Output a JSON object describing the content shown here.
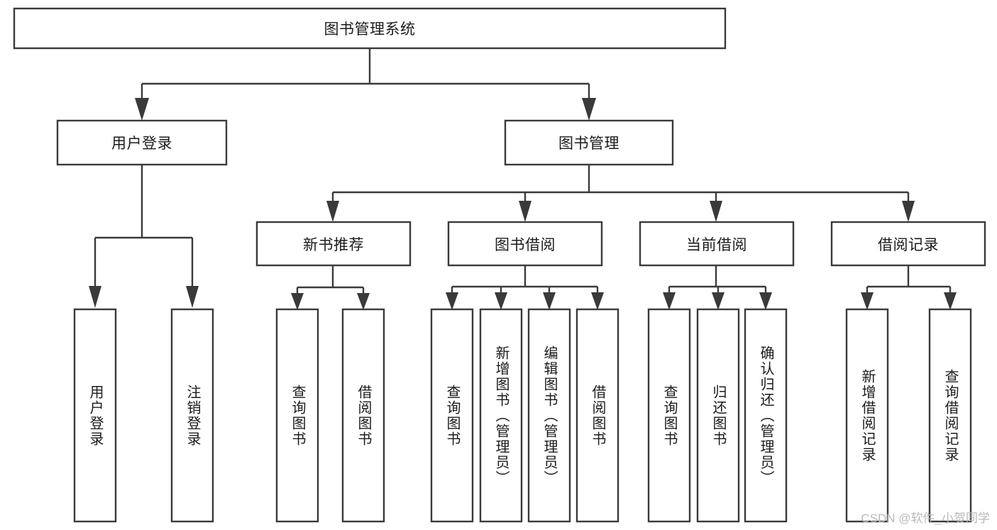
{
  "diagram": {
    "type": "tree-hierarchy",
    "title": "图书管理系统",
    "orientation": "top-down",
    "colors": {
      "box_stroke": "#3a3a3a",
      "box_fill": "#ffffff",
      "connector": "#3a3a3a",
      "text": "#1b1b1b",
      "watermark": "#b9b9b9",
      "background": "#ffffff"
    },
    "levels": {
      "level1": [
        "图书管理系统"
      ],
      "level2": [
        "用户登录",
        "图书管理"
      ],
      "level3": [
        "新书推荐",
        "图书借阅",
        "当前借阅",
        "借阅记录"
      ],
      "level4": [
        "用户登录",
        "注销登录",
        "查询图书",
        "借阅图书",
        "查询图书",
        "新增图书（管理员）",
        "编辑图书（管理员）",
        "借阅图书",
        "查询图书",
        "归还图书",
        "确认归还（管理员）",
        "新增借阅记录",
        "查询借阅记录"
      ]
    },
    "nodes": {
      "root": {
        "label": "图书管理系统"
      },
      "user_login": {
        "label": "用户登录"
      },
      "book_manage": {
        "label": "图书管理"
      },
      "new_book_rec": {
        "label": "新书推荐"
      },
      "book_borrow": {
        "label": "图书借阅"
      },
      "current_borrow": {
        "label": "当前借阅"
      },
      "borrow_record": {
        "label": "借阅记录"
      },
      "leaf_user_login": {
        "label": "用户登录"
      },
      "leaf_logout": {
        "label": "注销登录"
      },
      "leaf_query_book_a": {
        "label": "查询图书"
      },
      "leaf_borrow_book_a": {
        "label": "借阅图书"
      },
      "leaf_query_book_b": {
        "label": "查询图书"
      },
      "leaf_add_book": {
        "label": "新增图书（管理员）"
      },
      "leaf_edit_book": {
        "label": "编辑图书（管理员）"
      },
      "leaf_borrow_book_b": {
        "label": "借阅图书"
      },
      "leaf_query_book_c": {
        "label": "查询图书"
      },
      "leaf_return_book": {
        "label": "归还图书"
      },
      "leaf_confirm_return": {
        "label": "确认归还（管理员）"
      },
      "leaf_add_record": {
        "label": "新增借阅记录"
      },
      "leaf_query_record": {
        "label": "查询借阅记录"
      }
    },
    "edges": [
      {
        "from": "root",
        "to": "user_login"
      },
      {
        "from": "root",
        "to": "book_manage"
      },
      {
        "from": "user_login",
        "to": "leaf_user_login"
      },
      {
        "from": "user_login",
        "to": "leaf_logout"
      },
      {
        "from": "book_manage",
        "to": "new_book_rec"
      },
      {
        "from": "book_manage",
        "to": "book_borrow"
      },
      {
        "from": "book_manage",
        "to": "current_borrow"
      },
      {
        "from": "book_manage",
        "to": "borrow_record"
      },
      {
        "from": "new_book_rec",
        "to": "leaf_query_book_a"
      },
      {
        "from": "new_book_rec",
        "to": "leaf_borrow_book_a"
      },
      {
        "from": "book_borrow",
        "to": "leaf_query_book_b"
      },
      {
        "from": "book_borrow",
        "to": "leaf_add_book"
      },
      {
        "from": "book_borrow",
        "to": "leaf_edit_book"
      },
      {
        "from": "book_borrow",
        "to": "leaf_borrow_book_b"
      },
      {
        "from": "current_borrow",
        "to": "leaf_query_book_c"
      },
      {
        "from": "current_borrow",
        "to": "leaf_return_book"
      },
      {
        "from": "current_borrow",
        "to": "leaf_confirm_return"
      },
      {
        "from": "borrow_record",
        "to": "leaf_add_record"
      },
      {
        "from": "borrow_record",
        "to": "leaf_query_record"
      }
    ]
  },
  "watermark": {
    "text": "CSDN @软件_小贺同学"
  }
}
